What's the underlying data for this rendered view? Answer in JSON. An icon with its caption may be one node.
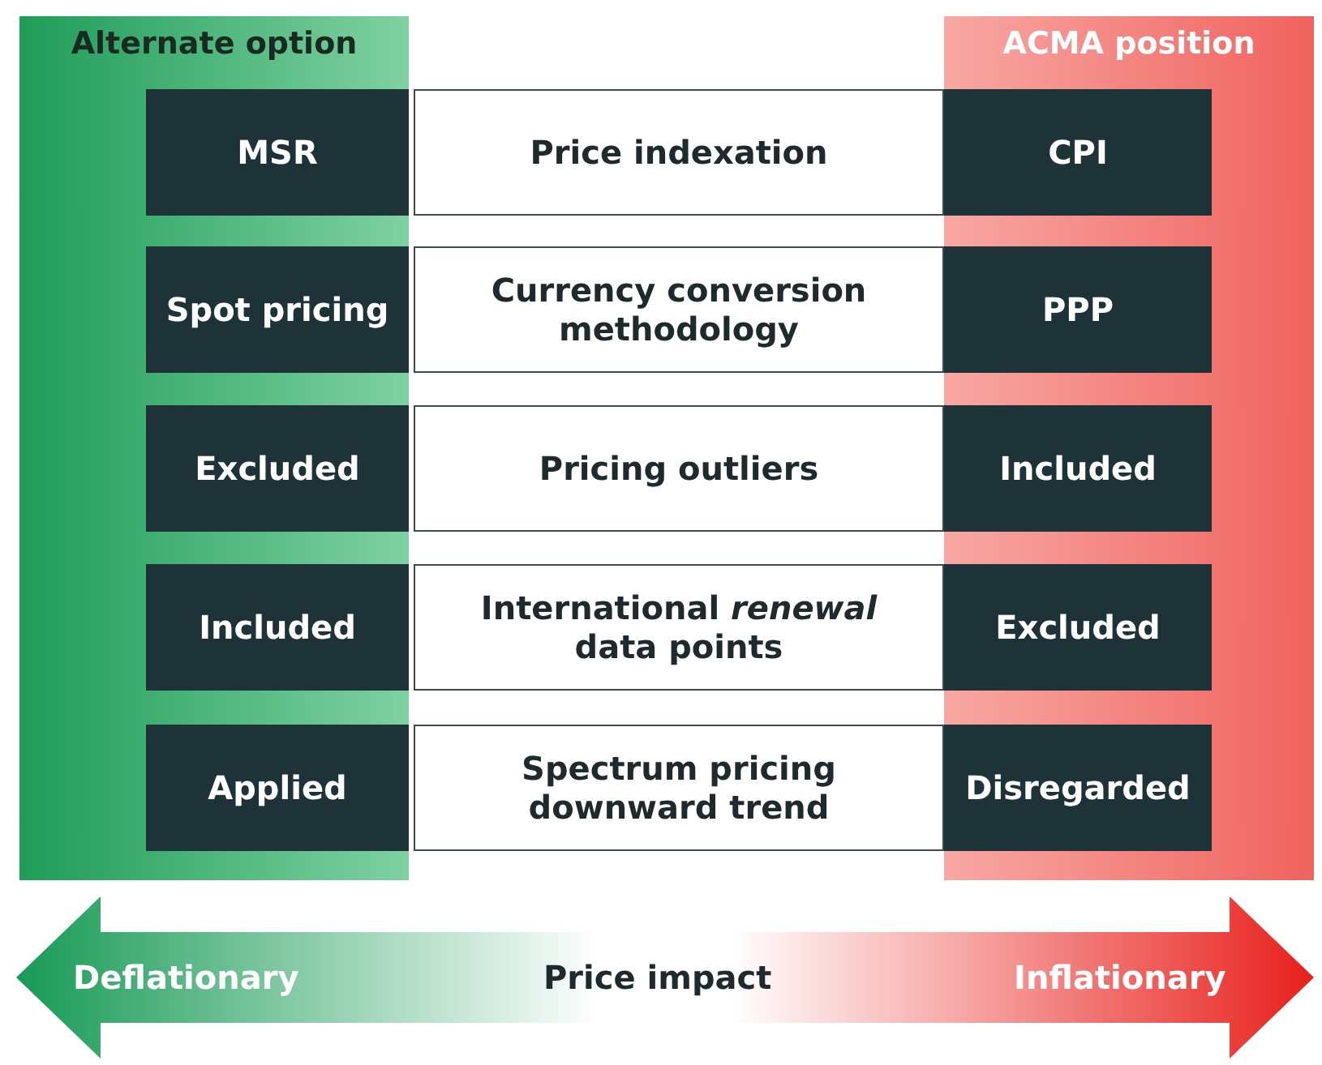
{
  "diagram": {
    "nodes": [
      {
        "text": [
          "Alternate option"
        ]
      },
      {
        "text": [
          "ACMA position"
        ]
      },
      {
        "text": [
          "MSR"
        ],
        "in": 0
      },
      {
        "text": [
          "Price indexation"
        ]
      },
      {
        "text": [
          "CPI"
        ],
        "in": 1
      },
      {
        "text": [
          "Spot pricing"
        ],
        "in": 0
      },
      {
        "text": [
          "Currency conversion methodology"
        ]
      },
      {
        "text": [
          "PPP"
        ],
        "in": 1
      },
      {
        "text": [
          "Excluded"
        ],
        "in": 0
      },
      {
        "text": [
          "Pricing outliers"
        ]
      },
      {
        "text": [
          "Included"
        ],
        "in": 1
      },
      {
        "text": [
          "Included"
        ],
        "in": 0
      },
      {
        "text": [
          "International *renewal* data points"
        ]
      },
      {
        "text": [
          "Excluded"
        ],
        "in": 1
      },
      {
        "text": [
          "Applied"
        ],
        "in": 0
      },
      {
        "text": [
          "Spectrum pricing downward trend"
        ]
      },
      {
        "text": [
          "Disregarded"
        ],
        "in": 1
      },
      {
        "text": [
          "Deflationary",
          "Price impact",
          "Inflationary"
        ]
      }
    ],
    "edges": []
  }
}
